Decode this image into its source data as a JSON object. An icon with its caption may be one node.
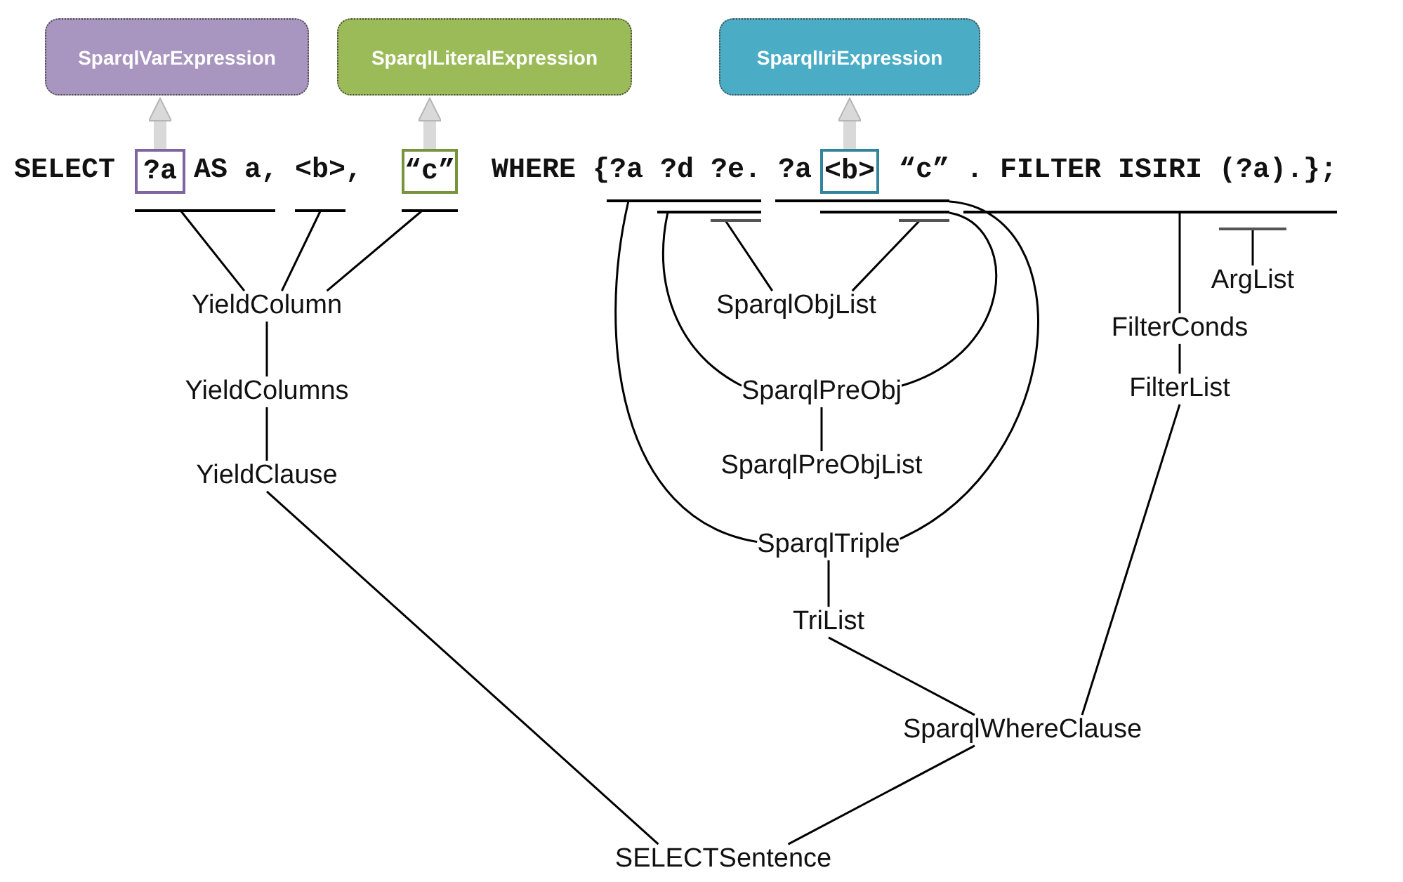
{
  "diagram": {
    "nodes": [
      {
        "text": [
          "SparqlVarExpression"
        ]
      },
      {
        "text": [
          "SparqlLiteralExpression"
        ]
      },
      {
        "text": [
          "SparqlIriExpression"
        ]
      },
      {
        "text": [
          "?a"
        ]
      },
      {
        "text": [
          "“c”"
        ]
      },
      {
        "text": [
          "<b>"
        ]
      },
      {
        "text": [],
        "shape": "bar"
      },
      {
        "text": [],
        "shape": "bar"
      },
      {
        "text": [],
        "shape": "bar"
      },
      {
        "text": [],
        "shape": "bar"
      },
      {
        "text": [],
        "shape": "bar"
      },
      {
        "text": [],
        "shape": "bar"
      },
      {
        "text": [],
        "shape": "bar"
      },
      {
        "text": [],
        "shape": "bar"
      },
      {
        "text": [],
        "shape": "bar"
      },
      {
        "text": [],
        "shape": "bar"
      },
      {
        "text": [],
        "shape": "bar"
      },
      {
        "text": [
          "YieldColumn"
        ]
      },
      {
        "text": [
          "ArgList"
        ]
      },
      {
        "text": [
          "SparqlObjList"
        ]
      },
      {
        "text": [
          "FilterConds"
        ]
      },
      {
        "text": [
          "YieldColumns"
        ]
      },
      {
        "text": [
          "SparqlPreObj"
        ]
      },
      {
        "text": [
          "FilterList"
        ]
      },
      {
        "text": [
          "SparqlPreObjList"
        ]
      },
      {
        "text": [
          "YieldClause"
        ]
      },
      {
        "text": [
          "SparqlTriple"
        ]
      },
      {
        "text": [
          "TriList"
        ]
      },
      {
        "text": [
          "SparqlWhereClause"
        ]
      },
      {
        "text": [
          "SELECTSentence"
        ]
      }
    ],
    "edges": [
      {
        "from": 3,
        "to": 0,
        "arrow": "to",
        "style": "thick",
        "color": "#d9d9d9"
      },
      {
        "from": 4,
        "to": 1,
        "arrow": "to",
        "style": "thick",
        "color": "#d9d9d9"
      },
      {
        "from": 5,
        "to": 2,
        "arrow": "to",
        "style": "thick",
        "color": "#d9d9d9"
      },
      {
        "from": 6,
        "to": 17,
        "arrow": "none"
      },
      {
        "from": 7,
        "to": 17,
        "arrow": "none"
      },
      {
        "from": 8,
        "to": 17,
        "arrow": "none"
      },
      {
        "from": 9,
        "to": 26,
        "arrow": "none"
      },
      {
        "from": 10,
        "to": 22,
        "arrow": "none"
      },
      {
        "from": 11,
        "to": 19,
        "arrow": "none"
      },
      {
        "from": 12,
        "to": 26,
        "arrow": "none"
      },
      {
        "from": 13,
        "to": 22,
        "arrow": "none"
      },
      {
        "from": 14,
        "to": 19,
        "arrow": "none"
      },
      {
        "from": 15,
        "to": 20,
        "arrow": "none"
      },
      {
        "from": 16,
        "to": 18,
        "arrow": "none"
      },
      {
        "from": 17,
        "to": 21,
        "arrow": "none"
      },
      {
        "from": 21,
        "to": 25,
        "arrow": "none"
      },
      {
        "from": 25,
        "to": 29,
        "arrow": "none"
      },
      {
        "from": 22,
        "to": 24,
        "arrow": "none"
      },
      {
        "from": 26,
        "to": 27,
        "arrow": "none"
      },
      {
        "from": 27,
        "to": 28,
        "arrow": "none"
      },
      {
        "from": 23,
        "to": 28,
        "arrow": "none"
      },
      {
        "from": 28,
        "to": 29,
        "arrow": "none"
      },
      {
        "from": 20,
        "to": 23,
        "arrow": "none"
      }
    ],
    "labels": [
      "SELECT",
      "AS a, <b>,",
      "WHERE {?a ?d ?e. ?a",
      "“c” . FILTER ISIRI (?a).};"
    ]
  }
}
